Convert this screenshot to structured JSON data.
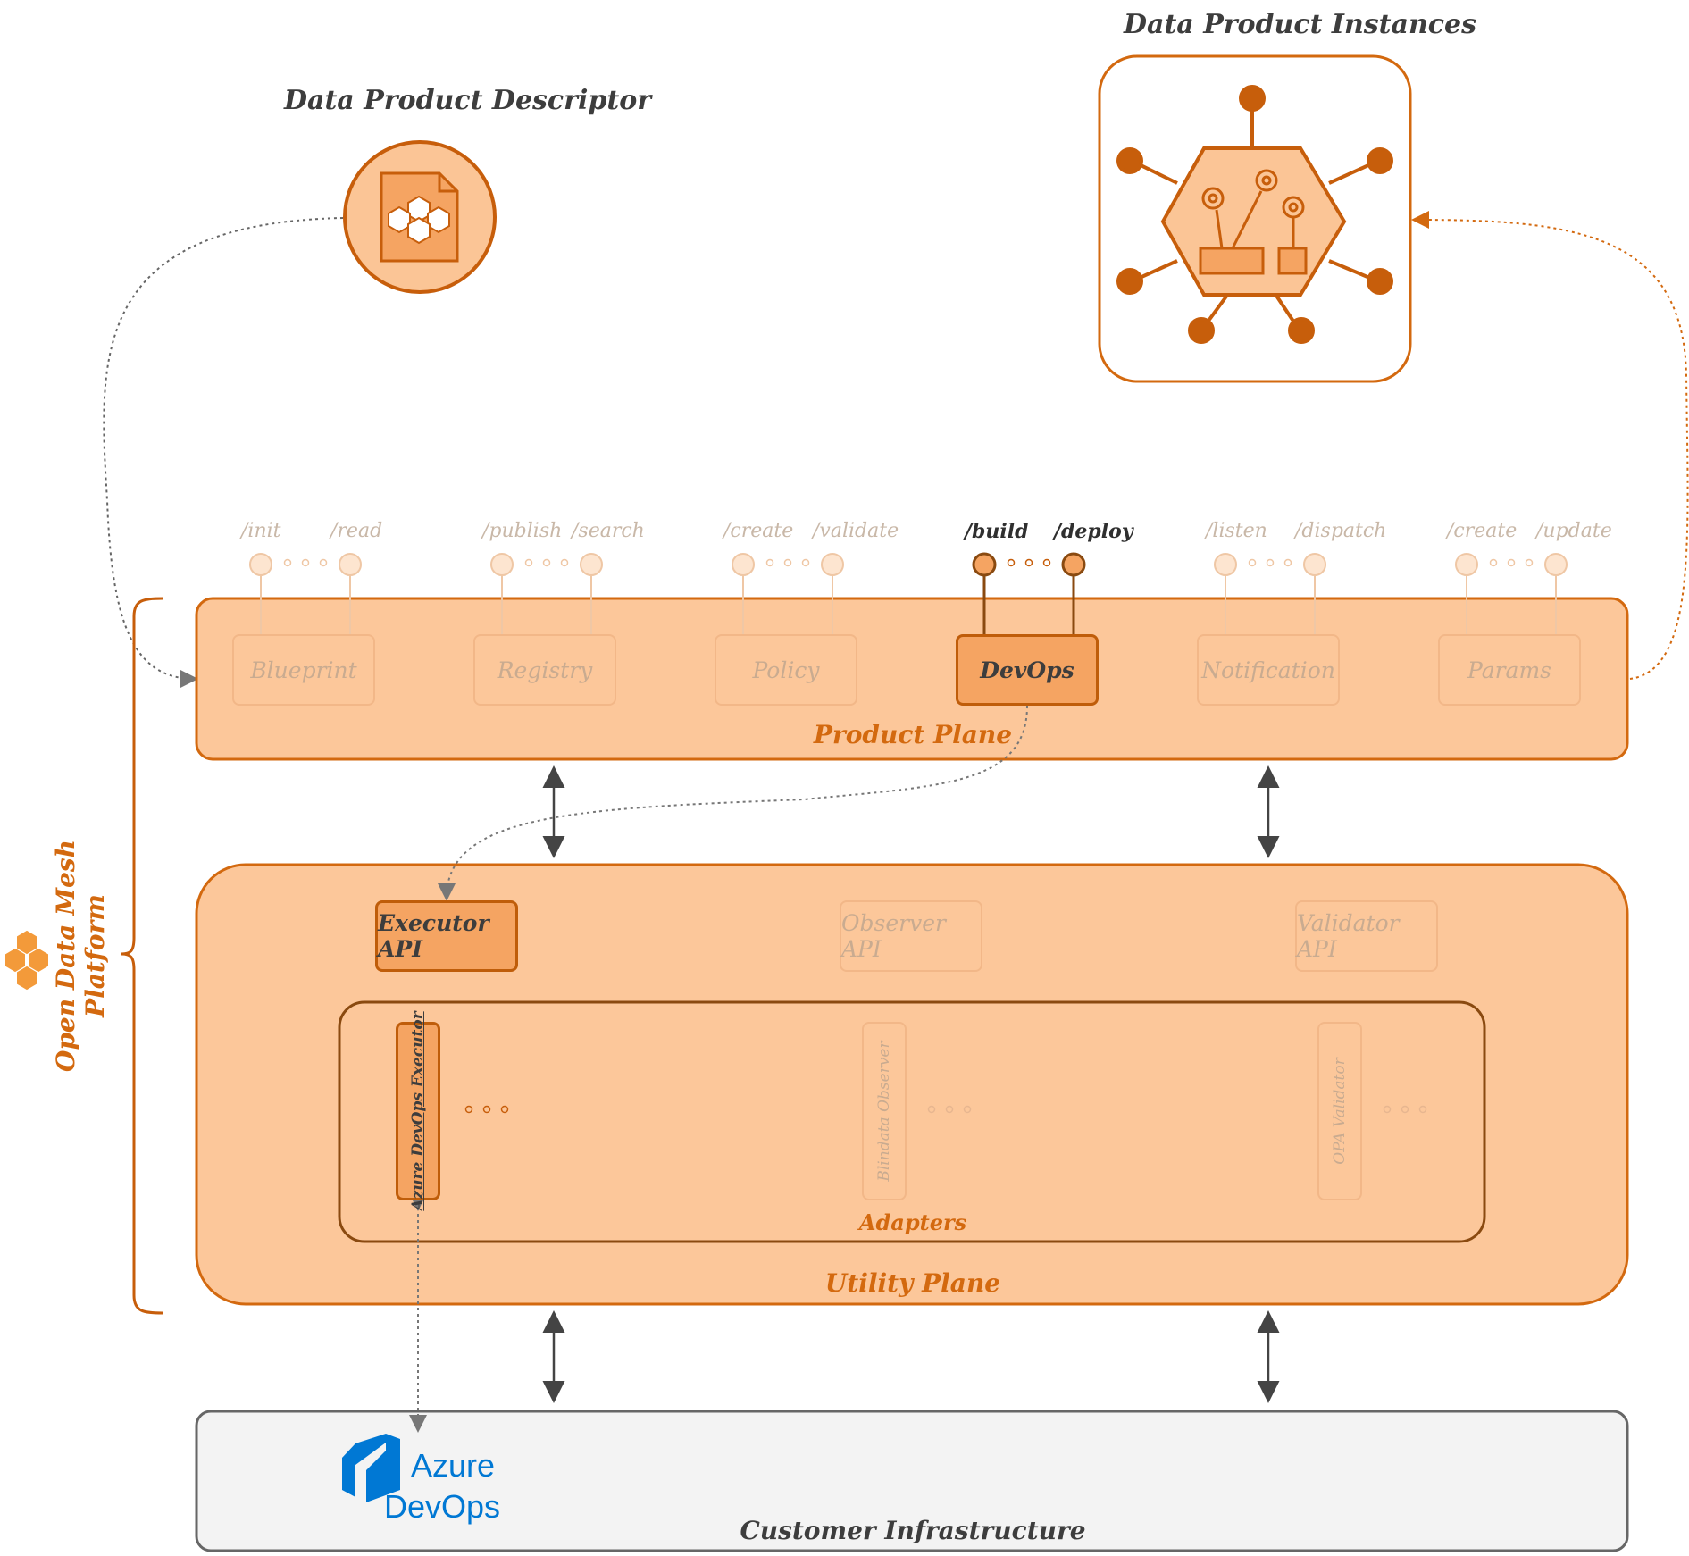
{
  "descriptor": {
    "title": "Data Product Descriptor"
  },
  "instances": {
    "title": "Data Product Instances"
  },
  "platform": {
    "label": "Open Data Mesh Platform"
  },
  "product_plane": {
    "label": "Product Plane",
    "services": [
      {
        "name": "Blueprint",
        "endpoints": [
          "/init",
          "/read"
        ],
        "active": false
      },
      {
        "name": "Registry",
        "endpoints": [
          "/publish",
          "/search"
        ],
        "active": false
      },
      {
        "name": "Policy",
        "endpoints": [
          "/create",
          "/validate"
        ],
        "active": false
      },
      {
        "name": "DevOps",
        "endpoints": [
          "/build",
          "/deploy"
        ],
        "active": true
      },
      {
        "name": "Notification",
        "endpoints": [
          "/listen",
          "/dispatch"
        ],
        "active": false
      },
      {
        "name": "Params",
        "endpoints": [
          "/create",
          "/update"
        ],
        "active": false
      }
    ]
  },
  "utility_plane": {
    "label": "Utility Plane",
    "apis": [
      {
        "name": "Executor API",
        "active": true
      },
      {
        "name": "Observer API",
        "active": false
      },
      {
        "name": "Validator API",
        "active": false
      }
    ],
    "adapters": {
      "label": "Adapters",
      "items": [
        {
          "name": "Azure DevOps Executor",
          "active": true
        },
        {
          "name": "Blindata Observer",
          "active": false
        },
        {
          "name": "OPA Validator",
          "active": false
        }
      ]
    }
  },
  "infrastructure": {
    "label": "Customer Infrastructure",
    "logo_line1": "Azure",
    "logo_line2": "DevOps"
  },
  "colors": {
    "orange_fill": "#fcc79a",
    "orange_stroke": "#d3690f",
    "active_fill": "#f5a462",
    "azure_blue": "#0078d4",
    "infra_fill": "#f3f3f3"
  }
}
